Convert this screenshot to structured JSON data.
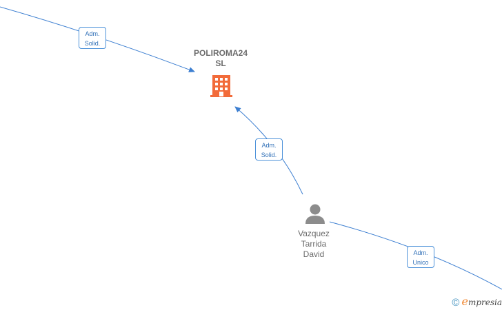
{
  "company": {
    "name_line1": "POLIROMA24",
    "name_line2": "SL",
    "icon": "building-icon",
    "color": "#f26b3a"
  },
  "person": {
    "name_line1": "Vazquez",
    "name_line2": "Tarrida",
    "name_line3": "David",
    "icon": "person-icon",
    "color": "#8c8c8c"
  },
  "edges": [
    {
      "line1": "Adm.",
      "line2": "Solid."
    },
    {
      "line1": "Adm.",
      "line2": "Solid."
    },
    {
      "line1": "Adm.",
      "line2": "Unico"
    }
  ],
  "colors": {
    "edge": "#3d7fd1",
    "label_border": "#4a90d9",
    "label_text": "#2f6fb7"
  },
  "footer": {
    "copyright_symbol": "©",
    "brand_initial": "e",
    "brand_rest": "mpresia"
  }
}
